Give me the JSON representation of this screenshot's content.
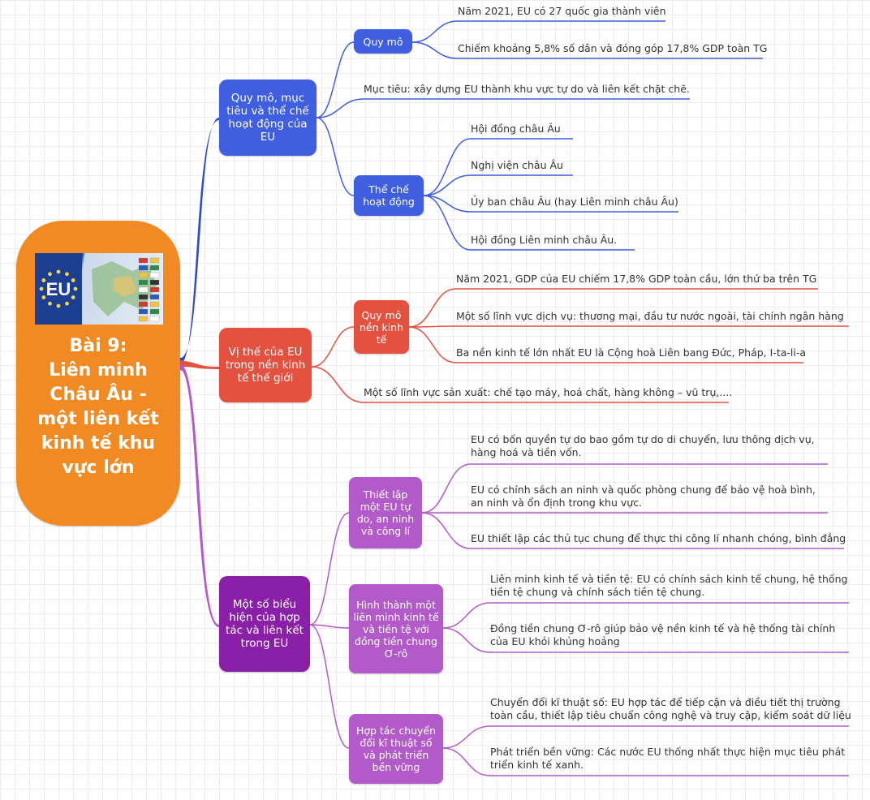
{
  "colors": {
    "root": "#f28a24",
    "blue": "#3f5ee0",
    "blue_dark": "#2e49c9",
    "red": "#e4513f",
    "red_dark": "#cf3f2c",
    "purple": "#b25ac9",
    "purple_dark": "#8a1fa8"
  },
  "root": {
    "title": "Bài 9:\nLiên minh\nChâu Âu -\nmột liên kết\nkinh tế khu\nvực lớn",
    "flag_text": "EU"
  },
  "branches": [
    {
      "label": "Quy mô, mục tiêu và thể chế hoạt động của EU",
      "subs": [
        {
          "label": "Quy mô",
          "leaves": [
            "Năm 2021, EU có 27 quốc gia thành viên",
            "Chiếm khoảng 5,8% số dân và đóng góp 17,8% GDP toàn TG"
          ]
        },
        {
          "leaf": "Mục tiêu: xây dựng EU thành khu vực tự do và liên kết chặt chẽ."
        },
        {
          "label": "Thể chế hoạt động",
          "leaves": [
            "Hội đồng châu Âu",
            "Nghị viện châu Âu",
            "Ủy ban châu Âu (hay Liên minh châu Âu)",
            "Hội đồng Liên minh châu Âu."
          ]
        }
      ]
    },
    {
      "label": "Vị thế của EU trong nền kinh tế thế giới",
      "subs": [
        {
          "label": "Quy mô nền kinh tế",
          "leaves": [
            "Năm 2021, GDP của EU chiếm 17,8% GDP toàn cầu, lớn thứ ba trên TG",
            "Một số lĩnh vực dịch vụ: thương mại, đầu tư nước ngoài, tài chính ngân hàng",
            "Ba nền kinh tế lớn nhất EU là Cộng hoà Liên bang Đức, Pháp, I-ta-li-a"
          ]
        },
        {
          "leaf": "Một số lĩnh vực sản xuất: chế tạo máy, hoá chất, hàng không – vũ trụ,...."
        }
      ]
    },
    {
      "label": "Một số biểu hiện của hợp tác và liên kết trong EU",
      "subs": [
        {
          "label": "Thiết lập một EU tự do, an ninh và công lí",
          "leaves": [
            "EU có bốn quyền tự do bao gồm tự do di chuyển, lưu thông dịch vụ,\nhàng hoá và tiền vốn.",
            "EU có chính sách an ninh và quốc phòng chung để bảo vệ hoà bình,\nan ninh và ổn định trong khu vực.",
            "EU thiết lập các thủ tục chung để thực thi công lí nhanh chóng, bình đẳng"
          ]
        },
        {
          "label": "Hình thành một liên minh kinh tế và tiền tệ với đồng tiền chung Ơ-rô",
          "leaves": [
            "Liên minh kinh tế và tiền tệ: EU có chính sách kinh tế chung, hệ thống\ntiền tệ chung và chính sách tiền tệ chung.",
            "Đồng tiền chung Ơ-rô giúp bảo vệ nền kinh tế và hệ thống tài chính\ncủa EU khỏi khủng hoảng"
          ]
        },
        {
          "label": "Hợp tác chuyển đổi kĩ thuật số và phát triển bền vững",
          "leaves": [
            "Chuyển đổi kĩ thuật số: EU hợp tác để tiếp cận và điều tiết thị trường\ntoàn cầu, thiết lập tiêu chuẩn công nghệ và truy cập, kiểm soát dữ liệu",
            "Phát triển bền vững: Các nước EU thống nhất thực hiện mục tiêu phát\ntriển kinh tế xanh."
          ]
        }
      ]
    }
  ]
}
